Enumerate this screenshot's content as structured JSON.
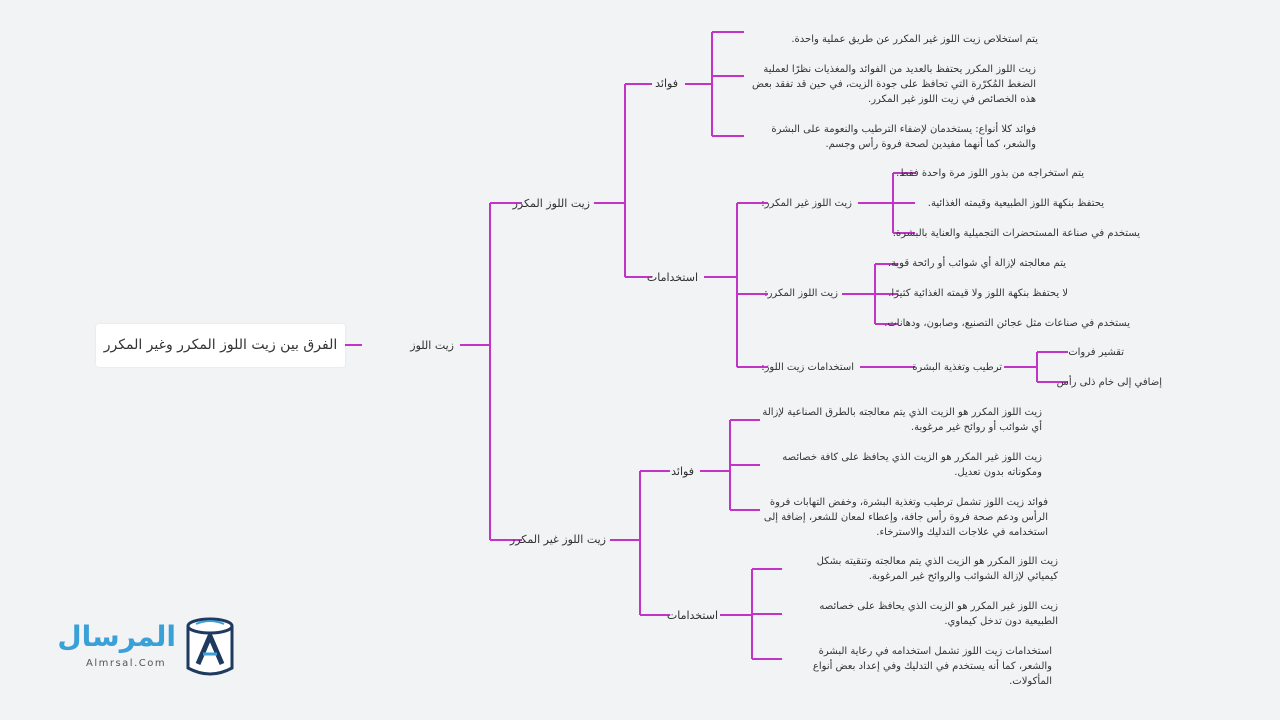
{
  "root": {
    "label": "الفرق بين زيت اللوز المكرر وغير المكرر"
  },
  "main": {
    "label": "زيت اللوز"
  },
  "refined": {
    "label": "زيت اللوز المكرر",
    "benefits": {
      "label": "فوائد",
      "items": [
        "يتم استخلاص زيت اللوز غير المكرر عن طريق عملية واحدة.",
        "زيت اللوز المكرر يحتفظ بالعديد من الفوائد والمغذيات نظرًا لعملية الضغط المُكرّرة التي تحافظ على جودة الزيت، في حين قد تفقد بعض هذه الخصائص في زيت اللوز غير المكرر.",
        "فوائد كلا أنواع: يستخدمان لإضفاء الترطيب والنعومة على البشرة والشعر، كما أنهما مفيدين لصحة فروة رأس وجسم."
      ]
    },
    "uses": {
      "label": "استخدامات",
      "unrefined": {
        "label": "زيت اللوز غير المكرر:",
        "items": [
          "يتم استخراجه من بذور اللوز مرة واحدة فقط.",
          "يحتفظ بنكهة اللوز الطبيعية وقيمته الغذائية.",
          "يستخدم في صناعة المستحضرات التجميلية والعناية بالبشرة."
        ]
      },
      "refined": {
        "label": "زيت اللوز المكرر:",
        "items": [
          "يتم معالجته لإزالة أي شوائب أو رائحة قوية.",
          "لا يحتفظ بنكهة اللوز ولا قيمته الغذائية كثيرًا.",
          "يستخدم في صناعات مثل عجائن التصنيع، وصابون، ودهانات."
        ]
      },
      "general": {
        "label": "استخدامات زيت اللوز:",
        "child": {
          "label": "ترطيب وتغذية البشرة",
          "items": [
            "تقشير فروات",
            "إضافي إلى خام ذلى رأس"
          ]
        }
      }
    }
  },
  "unrefined": {
    "label": "زيت اللوز غير المكرر",
    "benefits": {
      "label": "فوائد",
      "items": [
        "زيت اللوز المكرر هو الزيت الذي يتم معالجته بالطرق الصناعية لإزالة أي شوائب أو روائح غير مرغوبة.",
        "زيت اللوز غير المكرر هو الزيت الذي يحافظ على كافة خصائصه ومكوناته بدون تعديل.",
        "فوائد زيت اللوز تشمل ترطيب وتغذية البشرة، وخفض التهابات فروة الرأس ودعم صحة فروة رأس جافة، وإعطاء لمعان للشعر، إضافة إلى استخدامه في علاجات التدليك والاسترخاء."
      ]
    },
    "uses": {
      "label": "استخدامات",
      "items": [
        "زيت اللوز المكرر هو الزيت الذي يتم معالجته وتنقيته بشكل كيميائي لإزالة الشوائب والروائح غير المرغوبة.",
        "زيت اللوز غير المكرر هو الزيت الذي يحافظ على خصائصه الطبيعية دون تدخل كيماوي.",
        "استخدامات زيت اللوز تشمل استخدامه في رعاية البشرة والشعر، كما أنه يستخدم في التدليك وفي إعداد بعض أنواع المأكولات."
      ]
    }
  },
  "logo": {
    "arabic": "المرسال",
    "latin": "Almrsal.Com"
  },
  "colors": {
    "line": "#c234c8",
    "background": "#f1f3f5",
    "logo_blue": "#3aa0d8",
    "logo_dark": "#1e3a5f"
  }
}
